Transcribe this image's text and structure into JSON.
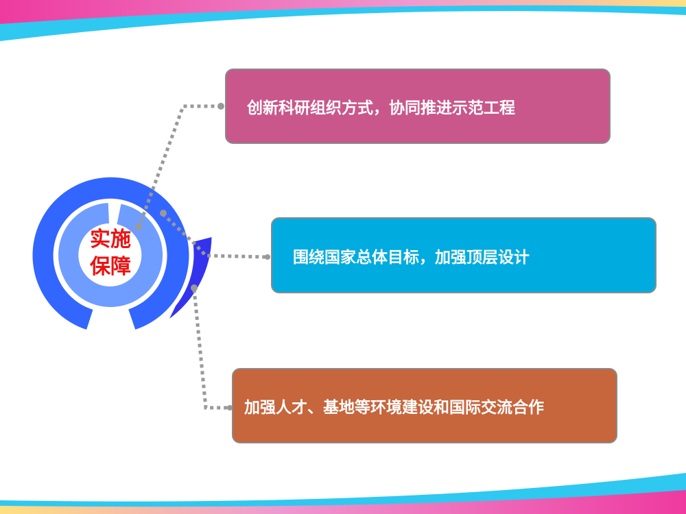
{
  "center_label": {
    "line1": "实施",
    "line2": "保障"
  },
  "items": [
    {
      "text": "创新科研组织方式，协同推进示范工程",
      "color": "#c9578b"
    },
    {
      "text": "围绕国家总体目标，加强顶层设计",
      "color": "#00acdf"
    },
    {
      "text": "加强人才、基地等环境建设和国际交流合作",
      "color": "#c7653c"
    }
  ]
}
